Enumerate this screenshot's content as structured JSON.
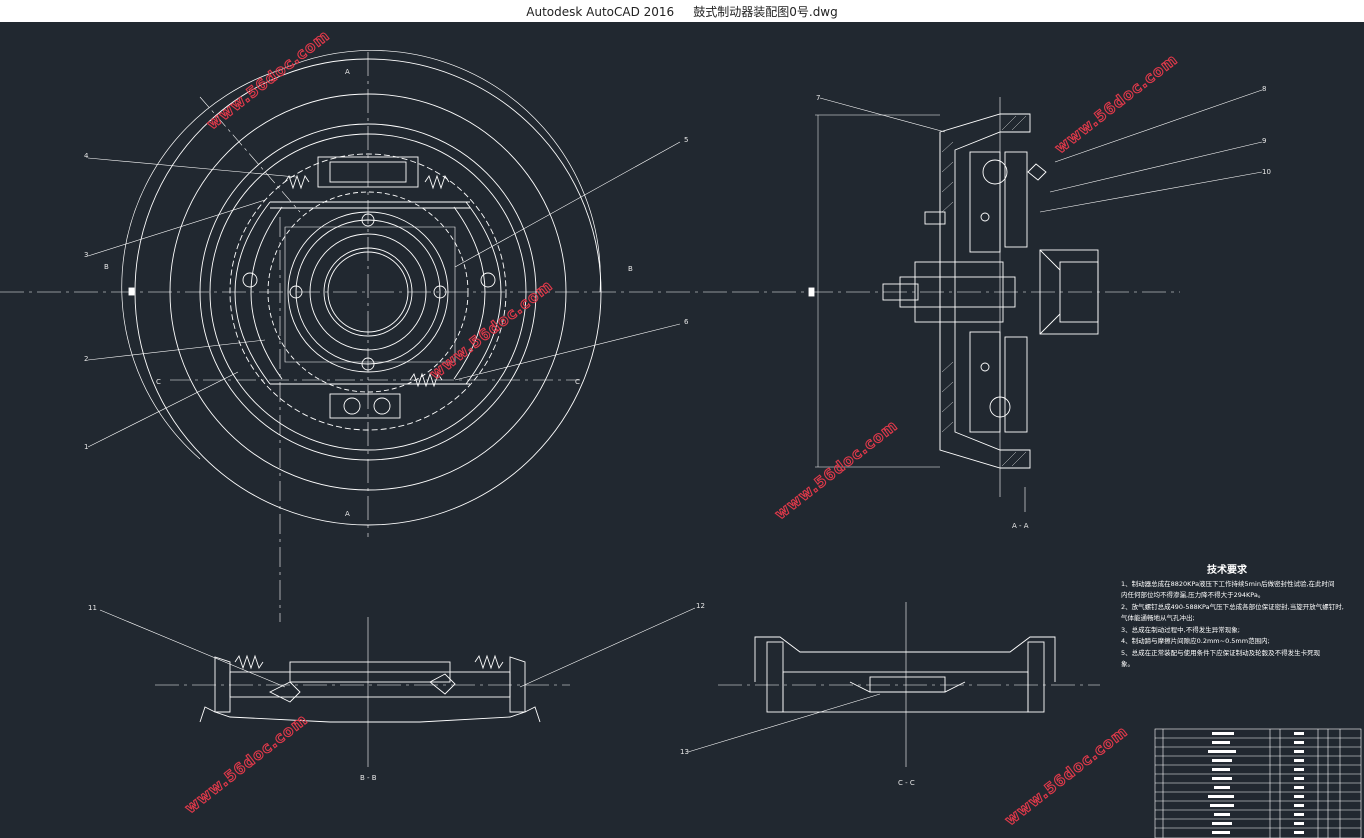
{
  "window": {
    "title": "Autodesk AutoCAD 2016     鼓式制动器装配图0号.dwg"
  },
  "colors": {
    "background": "#212830",
    "line": "#ffffff",
    "watermark": "#e0394a"
  },
  "views": {
    "front": {
      "section_marks": [
        "A",
        "A",
        "B",
        "B",
        "C",
        "C"
      ],
      "part_labels": [
        "1",
        "2",
        "3",
        "4",
        "5",
        "6"
      ]
    },
    "section_aa": {
      "caption": "A - A",
      "part_labels": [
        "7",
        "8",
        "9",
        "10"
      ]
    },
    "section_bb": {
      "caption": "B - B",
      "part_labels": [
        "11",
        "12"
      ]
    },
    "section_cc": {
      "caption": "C - C",
      "part_labels": [
        "13"
      ]
    }
  },
  "technical_notes": {
    "title": "技术要求",
    "lines": [
      "1、制动器总成在8820KPa液压下工作持续5min后做密封性试验,在此时间",
      "内任何部位均不得渗漏,压力降不得大于294KPa。",
      "2、放气螺钉总成490-588KPa气压下总成各部位保证密封,当旋开放气螺钉时,",
      "气体能通畅地从气孔冲出;",
      "3、总成在制动过程中,不得发生异常现象;",
      "4、制动蹄与摩擦片间隙应0.2mm~0.5mm范围内;",
      "5、总成在正常装配与使用条件下应保证制动及轮毂及不得发生卡死现",
      "象。"
    ]
  },
  "watermark": {
    "text": "www.56doc.com"
  }
}
